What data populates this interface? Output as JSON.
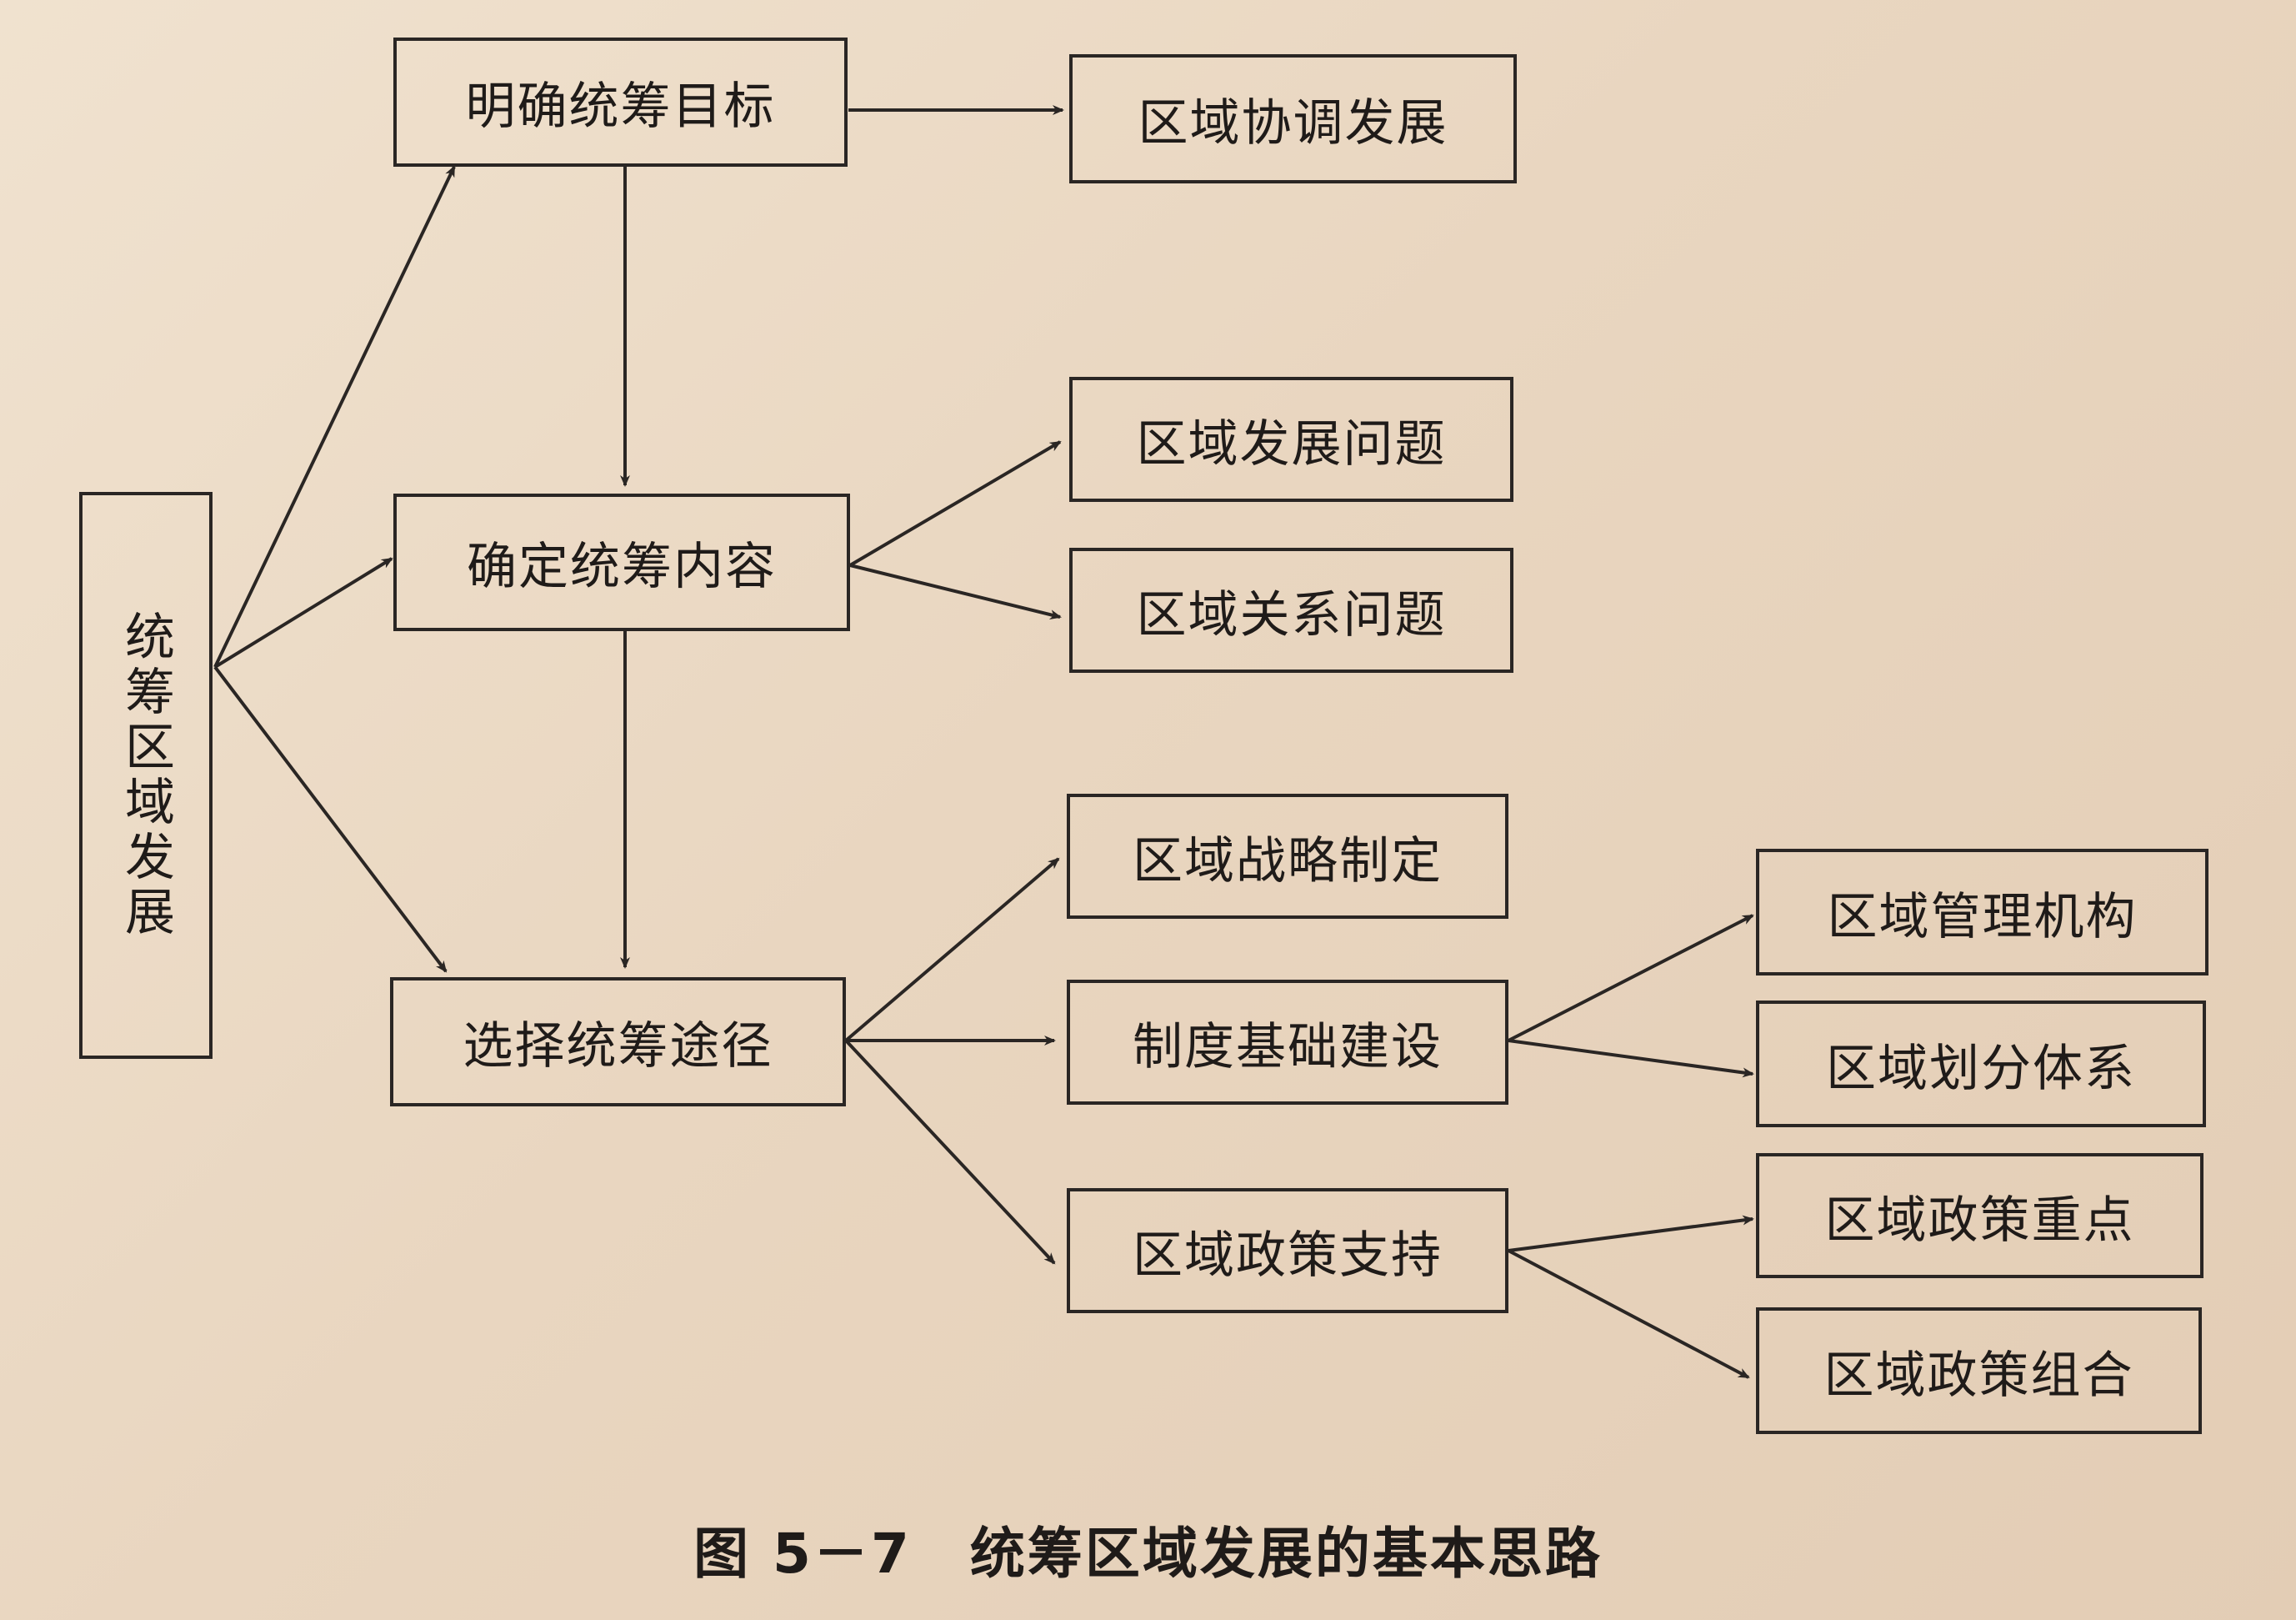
{
  "nodes": {
    "root": "统筹区域发展",
    "goal": "明确统筹目标",
    "content": "确定统筹内容",
    "path": "选择统筹途径",
    "goal_result": "区域协调发展",
    "dev_issue": "区域发展问题",
    "relation_issue": "区域关系问题",
    "strategy": "区域战略制定",
    "institution": "制度基础建设",
    "policy_support": "区域政策支持",
    "mgmt_org": "区域管理机构",
    "division": "区域划分体系",
    "policy_focus": "区域政策重点",
    "policy_combo": "区域政策组合"
  },
  "caption": {
    "number": "图 5－7",
    "title": "统筹区域发展的基本思路"
  },
  "colors": {
    "paper": "#ead9c5",
    "ink": "#2a2624"
  }
}
